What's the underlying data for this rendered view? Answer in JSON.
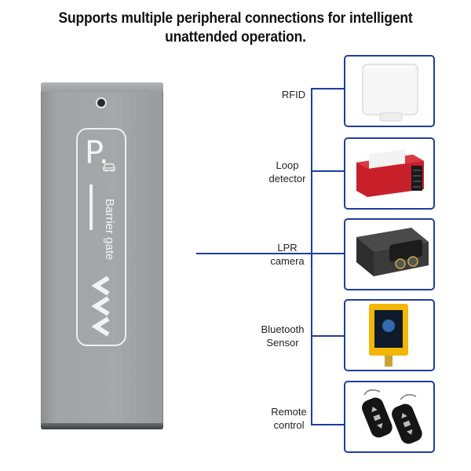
{
  "headline": {
    "line1": "Supports multiple peripheral connections for intelligent",
    "line2": "unattended operation."
  },
  "gate": {
    "letter": "P.",
    "vertical_text": "Barrier gate"
  },
  "peripherals": [
    {
      "label_lines": [
        "RFID"
      ],
      "icon": "rfid-reader-icon"
    },
    {
      "label_lines": [
        "Loop",
        "detector"
      ],
      "icon": "loop-detector-icon"
    },
    {
      "label_lines": [
        "LPR",
        "camera"
      ],
      "icon": "lpr-camera-icon"
    },
    {
      "label_lines": [
        "Bluetooth",
        "Sensor"
      ],
      "icon": "bluetooth-sensor-icon"
    },
    {
      "label_lines": [
        "Remote",
        "control"
      ],
      "icon": "remote-control-icon"
    }
  ],
  "colors": {
    "line": "#1e3f9a",
    "gate": "#a3a4a6",
    "loop_detector": "#c8202a",
    "sensor_frame": "#f2b705"
  }
}
